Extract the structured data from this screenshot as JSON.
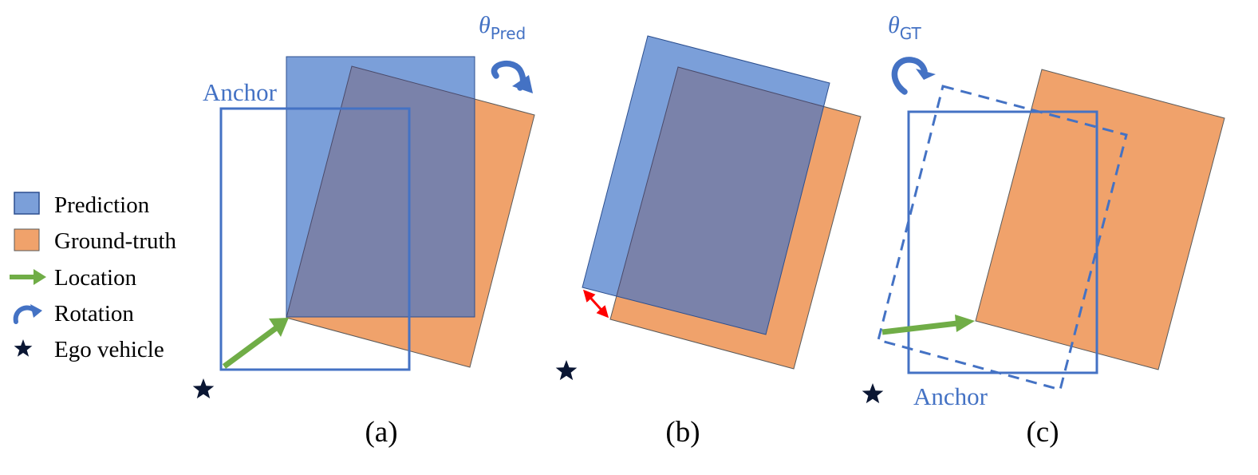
{
  "colors": {
    "prediction_fill": "#7B9FD9",
    "prediction_stroke": "#2C4F8F",
    "groundtruth_fill": "#F0A26B",
    "groundtruth_stroke": "#5A5A5A",
    "overlap_fill": "#7A82AA",
    "anchor_stroke": "#4472C4",
    "location_arrow": "#70AD47",
    "rotation_arrow": "#4472C4",
    "distance_arrow": "#FF0000",
    "ego_star": "#0A1633",
    "label_text": "#4472C4",
    "text": "#000000"
  },
  "legend": {
    "prediction": "Prediction",
    "groundtruth": "Ground-truth",
    "location": "Location",
    "rotation": "Rotation",
    "ego": "Ego vehicle"
  },
  "panels": [
    {
      "id": "a",
      "caption": "(a)",
      "anchor_label": "Anchor",
      "angle_symbol": "θ",
      "angle_subscript": "Pred"
    },
    {
      "id": "b",
      "caption": "(b)"
    },
    {
      "id": "c",
      "caption": "(c)",
      "anchor_label": "Anchor",
      "angle_symbol": "θ",
      "angle_subscript": "GT"
    }
  ]
}
